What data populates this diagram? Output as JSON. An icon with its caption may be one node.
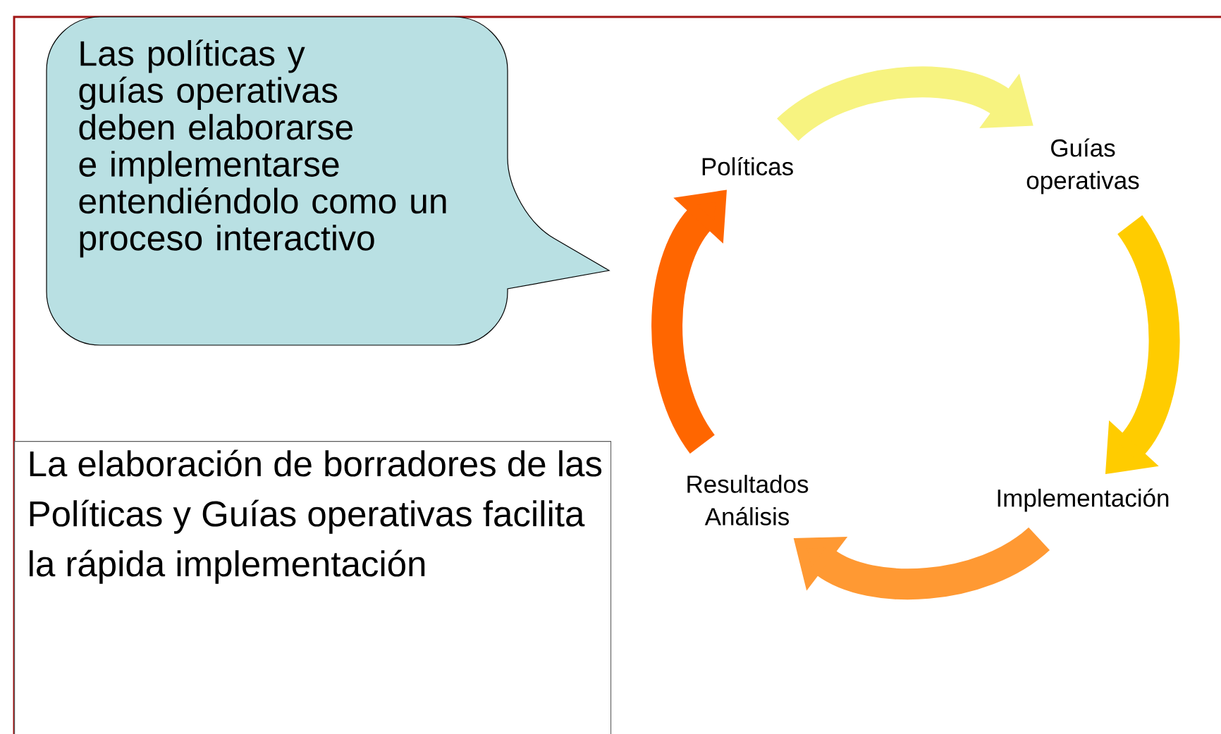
{
  "diagram": {
    "nodes": [
      {
        "text": [
          "Las políticas y guías operativas deben elaborarse e implementarse entendiéndolo como un proceso interactivo"
        ]
      },
      {
        "text": [
          "Políticas"
        ]
      },
      {
        "text": [
          "Guías operativas"
        ]
      },
      {
        "text": [
          "Implementación"
        ]
      },
      {
        "text": [
          "Resultados Análisis"
        ]
      },
      {
        "text": [
          "La elaboración de borradores de las Políticas y Guías operativas facilita la rápida implementación"
        ]
      }
    ],
    "edges": [
      {
        "from": 1,
        "to": 2,
        "arrow": "to",
        "color": "#f7f380"
      },
      {
        "from": 2,
        "to": 3,
        "arrow": "to",
        "color": "#ffcc00"
      },
      {
        "from": 3,
        "to": 4,
        "arrow": "to",
        "color": "#ff9933"
      },
      {
        "from": 4,
        "to": 1,
        "arrow": "to",
        "color": "#ff6600"
      }
    ]
  }
}
